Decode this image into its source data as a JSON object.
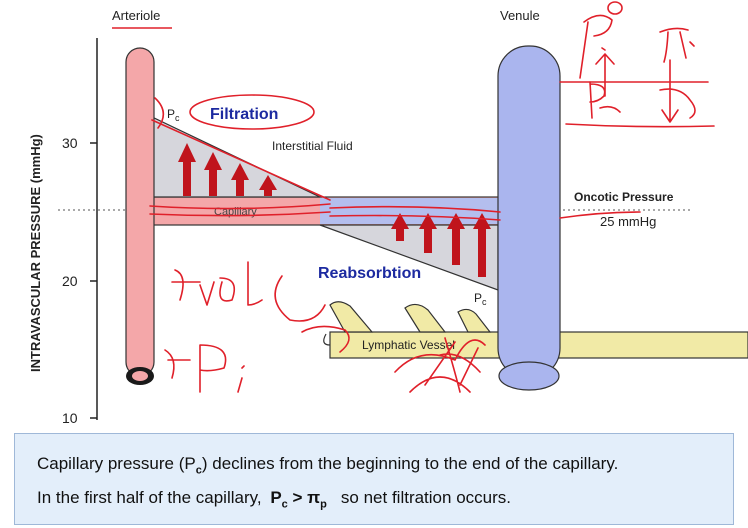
{
  "labels": {
    "arteriole": "Arteriole",
    "venule": "Venule",
    "y_axis": "INTRAVASCULAR PRESSURE (mmHg)",
    "tick_30": "30",
    "tick_20": "20",
    "tick_10": "10",
    "filtration": "Filtration",
    "interstitial_fluid": "Interstitial Fluid",
    "capillary": "Capillary",
    "reabsorbtion": "Reabsorbtion",
    "oncotic_pressure": "Oncotic Pressure",
    "oncotic_value": "25 mmHg",
    "pc_main": "P",
    "pc_sub": "c",
    "lymphatic": "Lymphatic Vessel"
  },
  "caption": {
    "line1_a": "Capillary pressure (P",
    "line1_sub": "c",
    "line1_b": ") declines from the beginning to the end of the capillary.",
    "line2_a": "In the first half of the capillary,",
    "line2_p": "P",
    "line2_psub": "c",
    "line2_gt": " > π",
    "line2_pisub": "p",
    "line2_b": "so net filtration occurs."
  },
  "colors": {
    "arteriole": "#f4a7a9",
    "venule": "#aab5ee",
    "lymph": "#f1eaa6",
    "arrow": "#c0141c",
    "ink": "#e0202a",
    "label_blue": "#1c2aa0",
    "caption_bg": "#e3eefa"
  }
}
